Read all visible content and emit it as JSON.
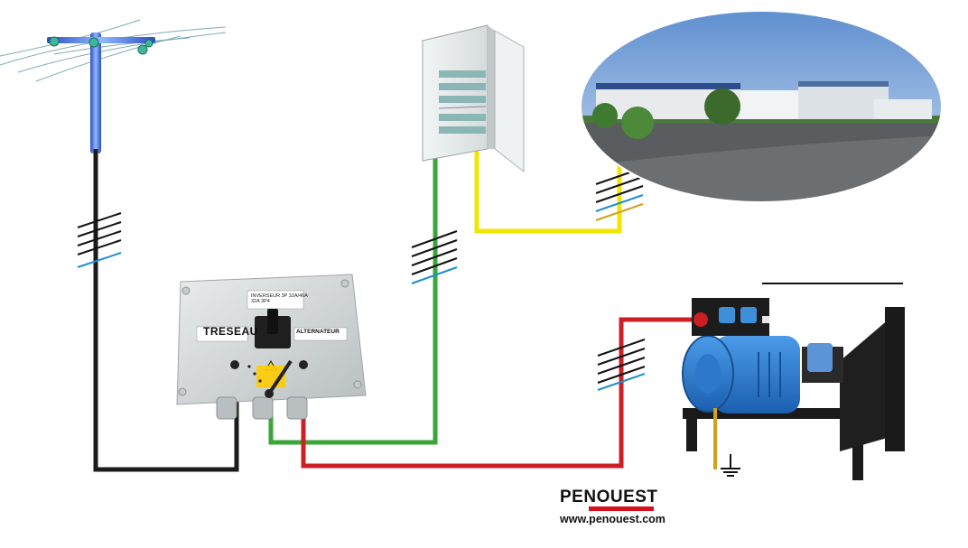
{
  "brand": {
    "name": "PENOUEST",
    "url": "www.penouest.com",
    "accent_color": "#d4101a"
  },
  "switch_box": {
    "label_top": "INVERSEUR 3P 32A/40A",
    "label_code": "32A 3P4",
    "left_label": "TRESEAU",
    "right_label": "ALTERNATEUR"
  },
  "wires": {
    "grid": "#1b1b1b",
    "panel": "#3aa63a",
    "building": "#f2e600",
    "generator": "#cc1f25",
    "neutral": "#1e90d0",
    "earth": "#d4a020"
  },
  "icons": [
    "utility-pole-icon",
    "distribution-panel-icon",
    "building-photo-icon",
    "transfer-switch-icon",
    "generator-icon",
    "ground-symbol-icon"
  ]
}
